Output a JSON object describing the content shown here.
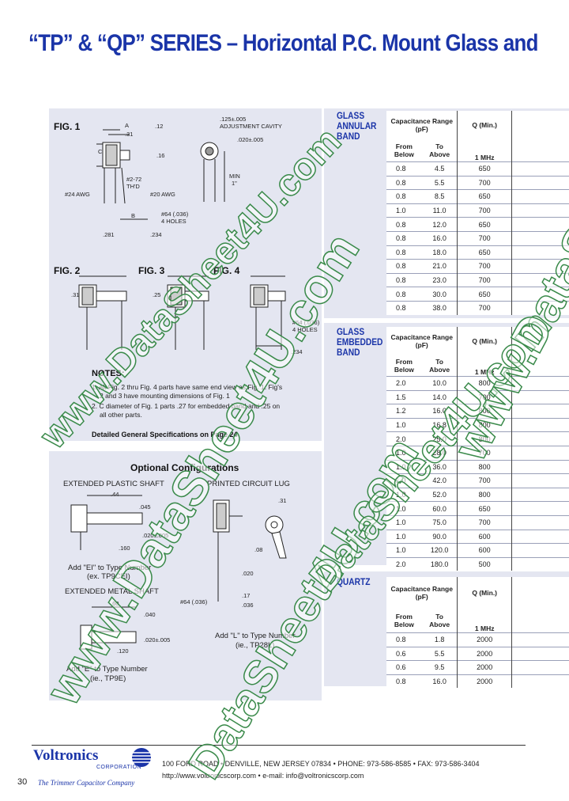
{
  "title": "“TP” & “QP” SERIES – Horizontal P.C. Mount Glass and",
  "figures": {
    "fig1": "FIG. 1",
    "fig2": "FIG. 2",
    "fig3": "FIG. 3",
    "fig4": "FIG. 4",
    "dims": {
      "adj1": ".125±.005",
      "adj2": "ADJUSTMENT CAVITY",
      "adj3": ".020±.005",
      "a": "A",
      "d12": ".12",
      "d31": ".31",
      "c": "C",
      "d16": ".16",
      "min": "MIN",
      "min1": "1\"",
      "thd": "#2-72",
      "thd2": "TH'D",
      "awg24": "#24 AWG",
      "awg20": "#20 AWG",
      "b": "B",
      "holes1": "#64 (.036)",
      "holes2": "4 HOLES",
      "d281": ".281",
      "d234": ".234",
      "d25": ".25",
      "holes3": "#64 (.036)",
      "holes4": "4 HOLES",
      "d234b": ".234",
      "d31b": ".31"
    }
  },
  "notes": {
    "title": "NOTES:",
    "n1a": "1. All Fig. 2 thru Fig. 4 parts have same end view as Fig. 1. Fig's",
    "n1b": "2 and 3 have mounting dimensions of Fig. 1",
    "n2a": "2. C diameter of Fig. 1 parts .27 for embedded band and .25 on",
    "n2b": "all other parts.",
    "gen": "Detailed General Specifications on Page 24"
  },
  "optional": {
    "title": "Optional Configurations",
    "ext_plastic": "EXTENDED PLASTIC SHAFT",
    "pc_lug": "PRINTED CIRCUIT LUG",
    "ext_metal": "EXTENDED METAL SHAFT",
    "ei1": "Add \"EI\" to Type Number",
    "ei2": "(ex. TP9CEI)",
    "l1": "Add \"L\" to Type Number",
    "l2": "(ie., TP28L)",
    "e1": "Add \"E\" to Type Number",
    "e2": "(ie., TP9E)",
    "d44": ".44",
    "d045": ".045",
    "d020": ".020±.005",
    "d160": ".160",
    "d31": ".31",
    "d08": ".08",
    "d020b": ".020",
    "d17": ".17",
    "d036": ".036",
    "h64": "#64 (.036)",
    "d60": ".60",
    "d040": ".040",
    "d020c": ".020±.005",
    "d120": ".120"
  },
  "tables": [
    {
      "category": [
        "GLASS",
        "ANNULAR",
        "BAND"
      ],
      "cap_header": [
        "Capacitance Range",
        "(pF)"
      ],
      "q_header": "Q (Min.)",
      "from": [
        "From",
        "Below"
      ],
      "to": [
        "To",
        "Above"
      ],
      "freq": "1 MHz",
      "rows": [
        [
          "0.8",
          "4.5",
          "650"
        ],
        [
          "0.8",
          "5.5",
          "700"
        ],
        [
          "0.8",
          "8.5",
          "650"
        ],
        [
          "1.0",
          "11.0",
          "700"
        ],
        [
          "0.8",
          "12.0",
          "650"
        ],
        [
          "0.8",
          "16.0",
          "700"
        ],
        [
          "0.8",
          "18.0",
          "650"
        ],
        [
          "0.8",
          "21.0",
          "700"
        ],
        [
          "0.8",
          "23.0",
          "700"
        ],
        [
          "0.8",
          "30.0",
          "650"
        ],
        [
          "0.8",
          "38.0",
          "700"
        ]
      ]
    },
    {
      "category": [
        "GLASS",
        "EMBEDDED",
        "BAND"
      ],
      "cap_header": [
        "Capacitance Range",
        "(pF)"
      ],
      "q_header": "Q (Min.)",
      "from": [
        "From",
        "Below"
      ],
      "to": [
        "To",
        "Above"
      ],
      "freq": "1 MHz",
      "rows": [
        [
          "2.0",
          "10.0",
          "800"
        ],
        [
          "1.5",
          "14.0",
          "700"
        ],
        [
          "1.2",
          "16.0",
          "800"
        ],
        [
          "1.0",
          "16.8",
          "800"
        ],
        [
          "2.0",
          "25.0",
          "800"
        ],
        [
          "1.0",
          "28.0",
          "700"
        ],
        [
          "1.0",
          "36.0",
          "800"
        ],
        [
          "1.0",
          "42.0",
          "700"
        ],
        [
          "1.0",
          "52.0",
          "800"
        ],
        [
          "1.0",
          "60.0",
          "650"
        ],
        [
          "1.0",
          "75.0",
          "700"
        ],
        [
          "1.0",
          "90.0",
          "600"
        ],
        [
          "1.0",
          "120.0",
          "600"
        ],
        [
          "2.0",
          "180.0",
          "500"
        ]
      ]
    },
    {
      "category": [
        "QUARTZ"
      ],
      "cap_header": [
        "Capacitance Range",
        "(pF)"
      ],
      "q_header": "Q (Min.)",
      "from": [
        "From",
        "Below"
      ],
      "to": [
        "To",
        "Above"
      ],
      "freq": "1 MHz",
      "rows": [
        [
          "0.8",
          "1.8",
          "2000"
        ],
        [
          "0.6",
          "5.5",
          "2000"
        ],
        [
          "0.6",
          "9.5",
          "2000"
        ],
        [
          "0.8",
          "16.0",
          "2000"
        ]
      ]
    }
  ],
  "footer": {
    "logo": "Voltronics",
    "corp": "CORPORATION",
    "tagline": "The Trimmer Capacitor Company",
    "address": "100 FORD ROAD  •  DENVILLE, NEW JERSEY 07834  •  PHONE: 973-586-8585  •  FAX: 973-586-3404",
    "web": "http://www.voltronicscorp.com  •  e-mail: info@voltronicscorp.com",
    "page": "30"
  },
  "watermark": [
    "www.DataSheet4U.com",
    "www.DataSheet4U.com",
    "DataSheet4U.com",
    "DataSheet4U.com",
    "www.DataSheet4U.co"
  ],
  "colors": {
    "title_blue": "#1a34a8",
    "panel": "#e4e6f1",
    "watermark": "#3a8a4a"
  }
}
